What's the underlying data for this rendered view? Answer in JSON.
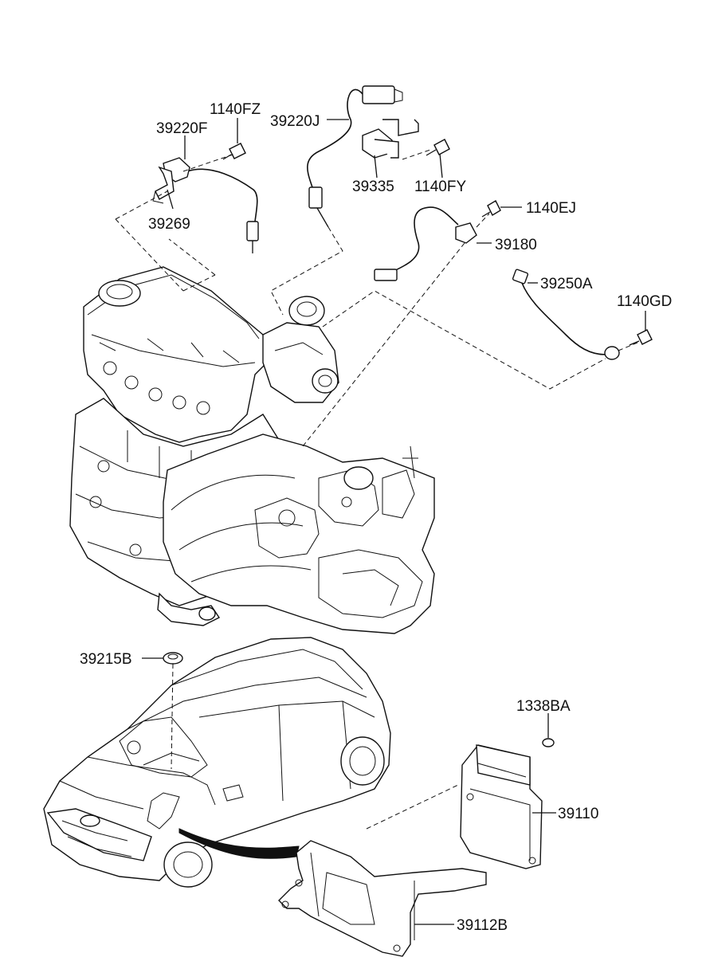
{
  "labels": {
    "p1140FZ": "1140FZ",
    "p39220F": "39220F",
    "p39220J": "39220J",
    "p39269": "39269",
    "p39335": "39335",
    "p1140FY": "1140FY",
    "p1140EJ": "1140EJ",
    "p39180": "39180",
    "p39250A": "39250A",
    "p1140GD": "1140GD",
    "p39215B": "39215B",
    "p1338BA": "1338BA",
    "p39110": "39110",
    "p39112B": "39112B"
  }
}
